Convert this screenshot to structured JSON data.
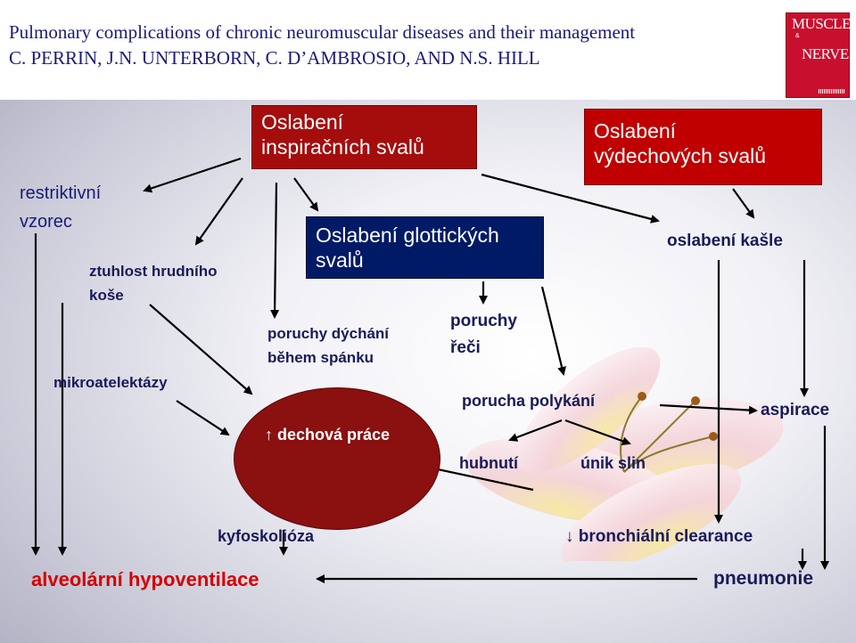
{
  "header": {
    "title": "Pulmonary complications of chronic neuromuscular diseases and their management",
    "authors": "C. PERRIN, J.N. UNTERBORN, C. D’AMBROSIO, AND N.S. HILL",
    "journal": {
      "line1": "MUSCLE",
      "amp": "&",
      "line2": "NERVE"
    }
  },
  "boxes": {
    "inspiratory": {
      "line1": "Oslabení",
      "line2": "inspiračních svalů"
    },
    "expiratory": {
      "line1": "Oslabení",
      "line2": "výdechových svalů"
    },
    "glottic": {
      "line1": "Oslabení glottických",
      "line2": "svalů"
    }
  },
  "labels": {
    "restrictive_1": "restriktivní",
    "restrictive_2": "vzorec",
    "chest_stiffness_1": "ztuhlost hrudního",
    "chest_stiffness_2": "koše",
    "microatelectasis": "mikroatelektázy",
    "sleep_breathing_1": "poruchy dýchání",
    "sleep_breathing_2": "během spánku",
    "respiratory_work": "↑ dechová práce",
    "speech_1": "poruchy",
    "speech_2": "řeči",
    "swallowing": "porucha polykání",
    "weight_loss": "hubnutí",
    "drooling": "únik slin",
    "cough": "oslabení kašle",
    "aspiration": "aspirace",
    "bronchial_clearance": "↓ bronchiální clearance",
    "kyphoscoliosis": "kyfoskolióza",
    "hypoventilation": "alveolární hypoventilace",
    "pneumonia": "pneumonie"
  },
  "colors": {
    "header_text": "#1a1a7a",
    "label_text": "#1a1a5a",
    "inspiratory_box": "#a50d0d",
    "expiratory_box": "#c00000",
    "glottic_box": "#001a66",
    "work_ellipse": "#8b1010",
    "hypoventilation_text": "#d40000",
    "journal_cover": "#c8102e"
  }
}
